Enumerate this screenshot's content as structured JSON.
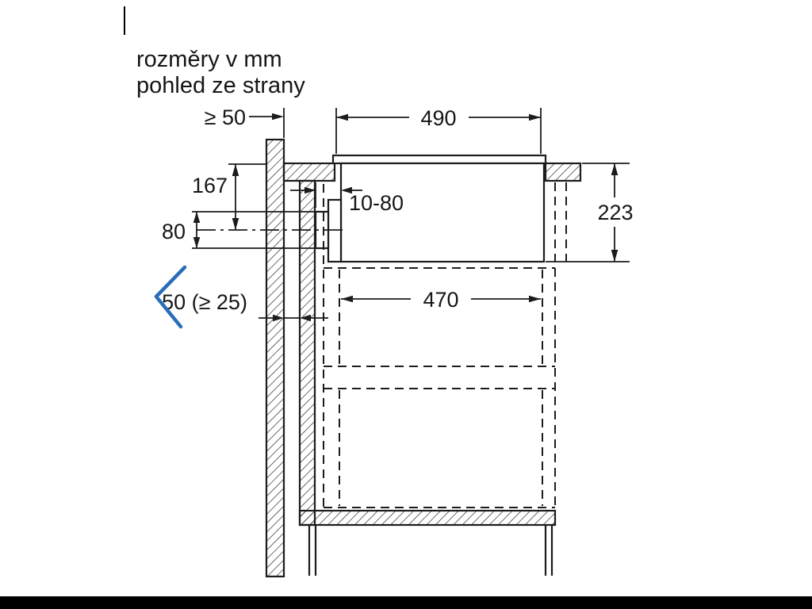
{
  "title": {
    "line1": "rozměry v mm",
    "line2": "pohled ze strany"
  },
  "dimensions": {
    "min_wall_clearance": "≥ 50",
    "cutout_width": "490",
    "outlet_center_from_top": "167",
    "duct_adjust_range": "10-80",
    "outlet_height": "80",
    "appliance_depth": "223",
    "rear_gap": "50 (≥ 25)",
    "cabinet_inner_width": "470"
  },
  "colors": {
    "drawing_line": "#1c1c1c",
    "annotation_blue": "#2a6db8",
    "background": "#ffffff",
    "letterbox": "#000000"
  }
}
